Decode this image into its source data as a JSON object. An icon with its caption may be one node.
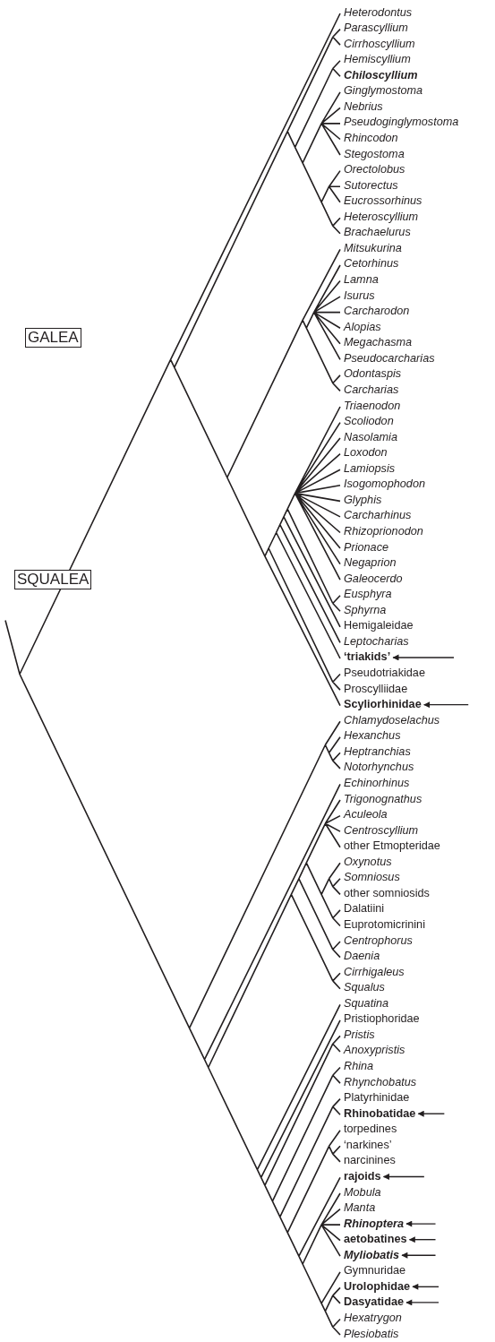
{
  "diagram": {
    "nodes": [
      {
        "text": [
          "GALEA"
        ]
      },
      {
        "text": [
          "SQUALEA"
        ]
      },
      {
        "text": [
          "Heterodontus"
        ]
      },
      {
        "text": [
          "Parascyllium"
        ]
      },
      {
        "text": [
          "Cirrhoscyllium"
        ]
      },
      {
        "text": [
          "Hemiscyllium"
        ]
      },
      {
        "text": [
          "Chiloscyllium"
        ]
      },
      {
        "text": [
          "Ginglymostoma"
        ]
      },
      {
        "text": [
          "Nebrius"
        ]
      },
      {
        "text": [
          "Pseudoginglymostoma"
        ]
      },
      {
        "text": [
          "Rhincodon"
        ]
      },
      {
        "text": [
          "Stegostoma"
        ]
      },
      {
        "text": [
          "Orectolobus"
        ]
      },
      {
        "text": [
          "Sutorectus"
        ]
      },
      {
        "text": [
          "Eucrossorhinus"
        ]
      },
      {
        "text": [
          "Heteroscyllium"
        ]
      },
      {
        "text": [
          "Brachaelurus"
        ]
      },
      {
        "text": [
          "Mitsukurina"
        ]
      },
      {
        "text": [
          "Cetorhinus"
        ]
      },
      {
        "text": [
          "Lamna"
        ]
      },
      {
        "text": [
          "Isurus"
        ]
      },
      {
        "text": [
          "Carcharodon"
        ]
      },
      {
        "text": [
          "Alopias"
        ]
      },
      {
        "text": [
          "Megachasma"
        ]
      },
      {
        "text": [
          "Pseudocarcharias"
        ]
      },
      {
        "text": [
          "Odontaspis"
        ]
      },
      {
        "text": [
          "Carcharias"
        ]
      },
      {
        "text": [
          "Triaenodon"
        ]
      },
      {
        "text": [
          "Scoliodon"
        ]
      },
      {
        "text": [
          "Nasolamia"
        ]
      },
      {
        "text": [
          "Loxodon"
        ]
      },
      {
        "text": [
          "Lamiopsis"
        ]
      },
      {
        "text": [
          "Isogomophodon"
        ]
      },
      {
        "text": [
          "Glyphis"
        ]
      },
      {
        "text": [
          "Carcharhinus"
        ]
      },
      {
        "text": [
          "Rhizoprionodon"
        ]
      },
      {
        "text": [
          "Prionace"
        ]
      },
      {
        "text": [
          "Negaprion"
        ]
      },
      {
        "text": [
          "Galeocerdo"
        ]
      },
      {
        "text": [
          "Eusphyra"
        ]
      },
      {
        "text": [
          "Sphyrna"
        ]
      },
      {
        "text": [
          "Hemigaleidae"
        ]
      },
      {
        "text": [
          "Leptocharias"
        ]
      },
      {
        "text": [
          "‘triakids’"
        ]
      },
      {
        "text": [
          "Pseudotriakidae"
        ]
      },
      {
        "text": [
          "Proscylliidae"
        ]
      },
      {
        "text": [
          "Scyliorhinidae"
        ]
      },
      {
        "text": [
          "Chlamydoselachus"
        ]
      },
      {
        "text": [
          "Hexanchus"
        ]
      },
      {
        "text": [
          "Heptranchias"
        ]
      },
      {
        "text": [
          "Notorhynchus"
        ]
      },
      {
        "text": [
          "Echinorhinus"
        ]
      },
      {
        "text": [
          "Trigonognathus"
        ]
      },
      {
        "text": [
          "Aculeola"
        ]
      },
      {
        "text": [
          "Centroscyllium"
        ]
      },
      {
        "text": [
          "other Etmopteridae"
        ]
      },
      {
        "text": [
          "Oxynotus"
        ]
      },
      {
        "text": [
          "Somniosus"
        ]
      },
      {
        "text": [
          "other somniosids"
        ]
      },
      {
        "text": [
          "Dalatiini"
        ]
      },
      {
        "text": [
          "Euprotomicrinini"
        ]
      },
      {
        "text": [
          "Centrophorus"
        ]
      },
      {
        "text": [
          "Daenia"
        ]
      },
      {
        "text": [
          "Cirrhigaleus"
        ]
      },
      {
        "text": [
          "Squalus"
        ]
      },
      {
        "text": [
          "Squatina"
        ]
      },
      {
        "text": [
          "Pristiophoridae"
        ]
      },
      {
        "text": [
          "Pristis"
        ]
      },
      {
        "text": [
          "Anoxypristis"
        ]
      },
      {
        "text": [
          "Rhina"
        ]
      },
      {
        "text": [
          "Rhynchobatus"
        ]
      },
      {
        "text": [
          "Platyrhinidae"
        ]
      },
      {
        "text": [
          "Rhinobatidae"
        ]
      },
      {
        "text": [
          "torpedines"
        ]
      },
      {
        "text": [
          "‘narkines’"
        ]
      },
      {
        "text": [
          "narcinines"
        ]
      },
      {
        "text": [
          "rajoids"
        ]
      },
      {
        "text": [
          "Mobula"
        ]
      },
      {
        "text": [
          "Manta"
        ]
      },
      {
        "text": [
          "Rhinoptera"
        ]
      },
      {
        "text": [
          "aetobatines"
        ]
      },
      {
        "text": [
          "Myliobatis"
        ]
      },
      {
        "text": [
          "Gymnuridae"
        ]
      },
      {
        "text": [
          "Urolophidae"
        ]
      },
      {
        "text": [
          "Dasyatidae"
        ]
      },
      {
        "text": [
          "Hexatrygon"
        ]
      },
      {
        "text": [
          "Plesiobatis"
        ]
      }
    ],
    "edges": [
      {
        "from": null,
        "to": 43,
        "arrow": "to"
      },
      {
        "from": null,
        "to": 46,
        "arrow": "to"
      },
      {
        "from": null,
        "to": 72,
        "arrow": "to"
      },
      {
        "from": null,
        "to": 76,
        "arrow": "to"
      },
      {
        "from": null,
        "to": 79,
        "arrow": "to"
      },
      {
        "from": null,
        "to": 80,
        "arrow": "to"
      },
      {
        "from": null,
        "to": 81,
        "arrow": "to"
      },
      {
        "from": null,
        "to": 83,
        "arrow": "to"
      },
      {
        "from": null,
        "to": 84,
        "arrow": "to"
      }
    ]
  }
}
